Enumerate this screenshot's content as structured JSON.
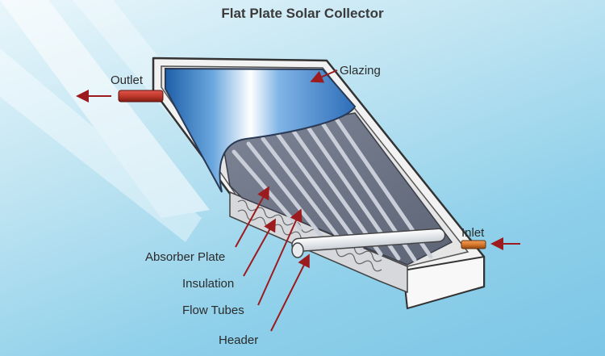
{
  "title": "Flat Plate Solar Collector",
  "labels": {
    "outlet": "Outlet",
    "glazing": "Glazing",
    "inlet": "Inlet",
    "absorber_plate": "Absorber Plate",
    "insulation": "Insulation",
    "flow_tubes": "Flow Tubes",
    "header": "Header"
  },
  "colors": {
    "arrow": "#9b1b1e",
    "outlet_pipe": "#c0392b",
    "inlet_pipe": "#d9782b",
    "frame": "#f4f4f4",
    "frame_outline": "#333333",
    "glazing": "#3b7fc4",
    "tubes": "#8a93a6"
  }
}
